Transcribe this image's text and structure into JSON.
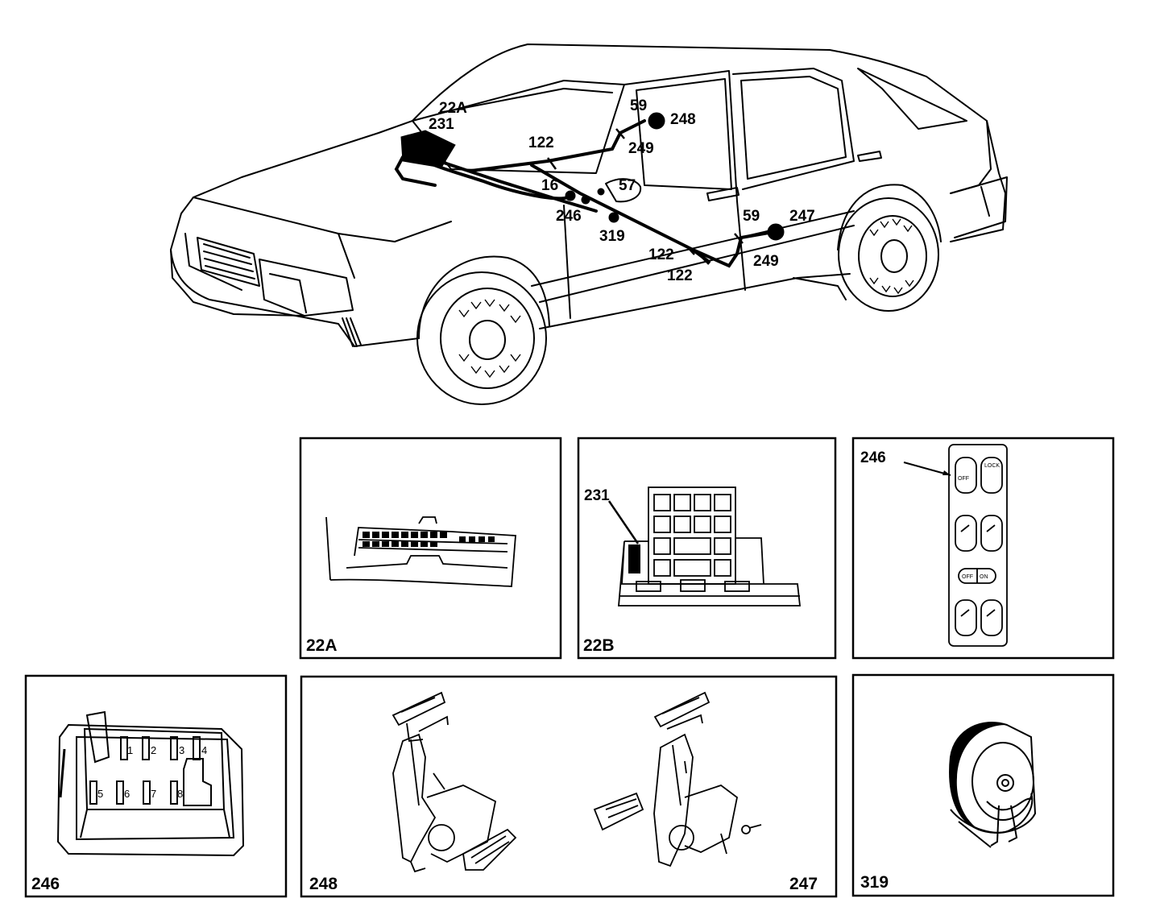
{
  "car": {
    "callouts": [
      "22A",
      "231",
      "59",
      "248",
      "122",
      "249",
      "16",
      "57",
      "246",
      "319",
      "59",
      "247",
      "122",
      "249",
      "122"
    ]
  },
  "panels": {
    "p22a": {
      "label": "22A"
    },
    "p22b": {
      "label": "22B",
      "callout": "231"
    },
    "p246_switch": {
      "callout": "246"
    },
    "p246_conn": {
      "label": "246",
      "pins": [
        "1",
        "2",
        "3",
        "4",
        "5",
        "6",
        "7",
        "8"
      ]
    },
    "p248_247": {
      "label_left": "248",
      "label_right": "247"
    },
    "p319": {
      "label": "319"
    }
  }
}
